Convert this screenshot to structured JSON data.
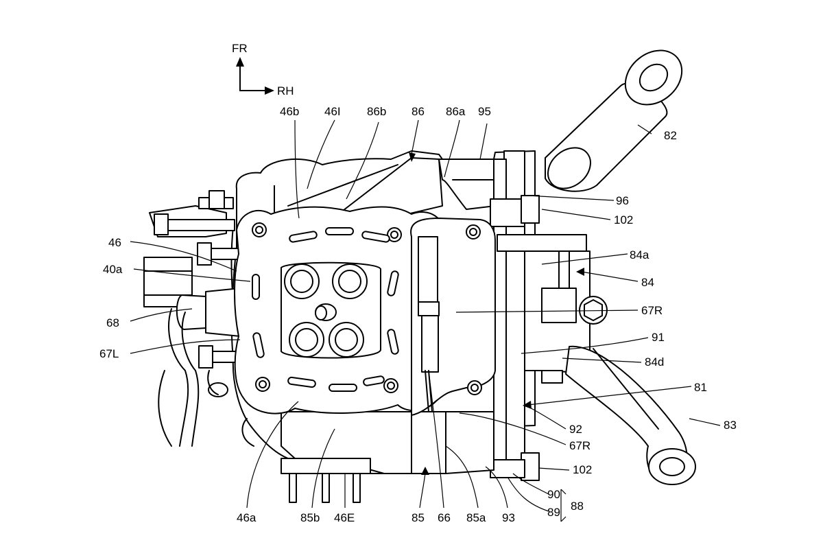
{
  "directions": {
    "front": "FR",
    "right": "RH"
  },
  "labels": {
    "l46b": "46b",
    "l46I": "46I",
    "l86b": "86b",
    "l86": "86",
    "l86a": "86a",
    "l95": "95",
    "l82": "82",
    "l96": "96",
    "l102_top": "102",
    "l46": "46",
    "l84a": "84a",
    "l40a": "40a",
    "l84": "84",
    "l67R_right": "67R",
    "l68": "68",
    "l91": "91",
    "l67L": "67L",
    "l84d": "84d",
    "l81": "81",
    "l83": "83",
    "l92": "92",
    "l67R_bottom": "67R",
    "l102_bottom": "102",
    "l90": "90",
    "l88": "88",
    "l89": "89",
    "l46a": "46a",
    "l85b": "85b",
    "l46E": "46E",
    "l85": "85",
    "l66": "66",
    "l85a": "85a",
    "l93": "93"
  }
}
